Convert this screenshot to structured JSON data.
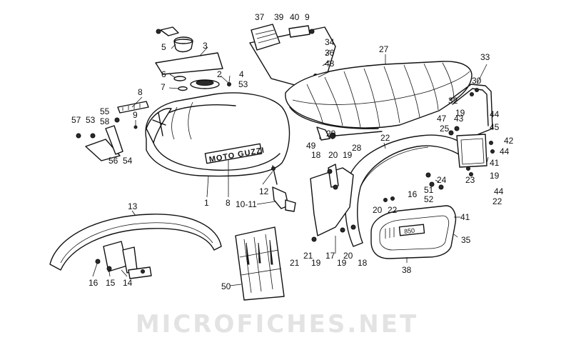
{
  "watermark": "MICROFICHES.NET",
  "tank_brand": "MOTO GUZZI",
  "cover_badge": "850",
  "labels": [
    {
      "id": "1",
      "text": "1"
    },
    {
      "id": "2",
      "text": "2"
    },
    {
      "id": "3",
      "text": "3"
    },
    {
      "id": "4",
      "text": "4"
    },
    {
      "id": "5",
      "text": "5"
    },
    {
      "id": "6",
      "text": "6"
    },
    {
      "id": "7",
      "text": "7"
    },
    {
      "id": "8a",
      "text": "8"
    },
    {
      "id": "8b",
      "text": "8"
    },
    {
      "id": "9a",
      "text": "9"
    },
    {
      "id": "9b",
      "text": "9"
    },
    {
      "id": "10-11",
      "text": "10-11"
    },
    {
      "id": "12",
      "text": "12"
    },
    {
      "id": "13",
      "text": "13"
    },
    {
      "id": "14",
      "text": "14"
    },
    {
      "id": "15",
      "text": "15"
    },
    {
      "id": "16a",
      "text": "16"
    },
    {
      "id": "16b",
      "text": "16"
    },
    {
      "id": "17",
      "text": "17"
    },
    {
      "id": "18a",
      "text": "18"
    },
    {
      "id": "18b",
      "text": "18"
    },
    {
      "id": "19a",
      "text": "19"
    },
    {
      "id": "19b",
      "text": "19"
    },
    {
      "id": "19c",
      "text": "19"
    },
    {
      "id": "19d",
      "text": "19"
    },
    {
      "id": "19e",
      "text": "19"
    },
    {
      "id": "20a",
      "text": "20"
    },
    {
      "id": "20b",
      "text": "20"
    },
    {
      "id": "20c",
      "text": "20"
    },
    {
      "id": "21a",
      "text": "21"
    },
    {
      "id": "21b",
      "text": "21"
    },
    {
      "id": "22a",
      "text": "22"
    },
    {
      "id": "22b",
      "text": "22"
    },
    {
      "id": "22c",
      "text": "22"
    },
    {
      "id": "23",
      "text": "23"
    },
    {
      "id": "24",
      "text": "24"
    },
    {
      "id": "25",
      "text": "25"
    },
    {
      "id": "27",
      "text": "27"
    },
    {
      "id": "28",
      "text": "28"
    },
    {
      "id": "29",
      "text": "29"
    },
    {
      "id": "30",
      "text": "30"
    },
    {
      "id": "32",
      "text": "32"
    },
    {
      "id": "33",
      "text": "33"
    },
    {
      "id": "34",
      "text": "34"
    },
    {
      "id": "35",
      "text": "35"
    },
    {
      "id": "36",
      "text": "36"
    },
    {
      "id": "37",
      "text": "37"
    },
    {
      "id": "38",
      "text": "38"
    },
    {
      "id": "39",
      "text": "39"
    },
    {
      "id": "40",
      "text": "40"
    },
    {
      "id": "41a",
      "text": "41"
    },
    {
      "id": "41b",
      "text": "41"
    },
    {
      "id": "42",
      "text": "42"
    },
    {
      "id": "43",
      "text": "43"
    },
    {
      "id": "44a",
      "text": "44"
    },
    {
      "id": "44b",
      "text": "44"
    },
    {
      "id": "44c",
      "text": "44"
    },
    {
      "id": "45",
      "text": "45"
    },
    {
      "id": "47",
      "text": "47"
    },
    {
      "id": "48",
      "text": "48"
    },
    {
      "id": "49",
      "text": "49"
    },
    {
      "id": "50",
      "text": "50"
    },
    {
      "id": "51",
      "text": "51"
    },
    {
      "id": "52",
      "text": "52"
    },
    {
      "id": "53a",
      "text": "53"
    },
    {
      "id": "53b",
      "text": "53"
    },
    {
      "id": "54",
      "text": "54"
    },
    {
      "id": "55",
      "text": "55"
    },
    {
      "id": "56",
      "text": "56"
    },
    {
      "id": "57",
      "text": "57"
    },
    {
      "id": "58",
      "text": "58"
    }
  ]
}
